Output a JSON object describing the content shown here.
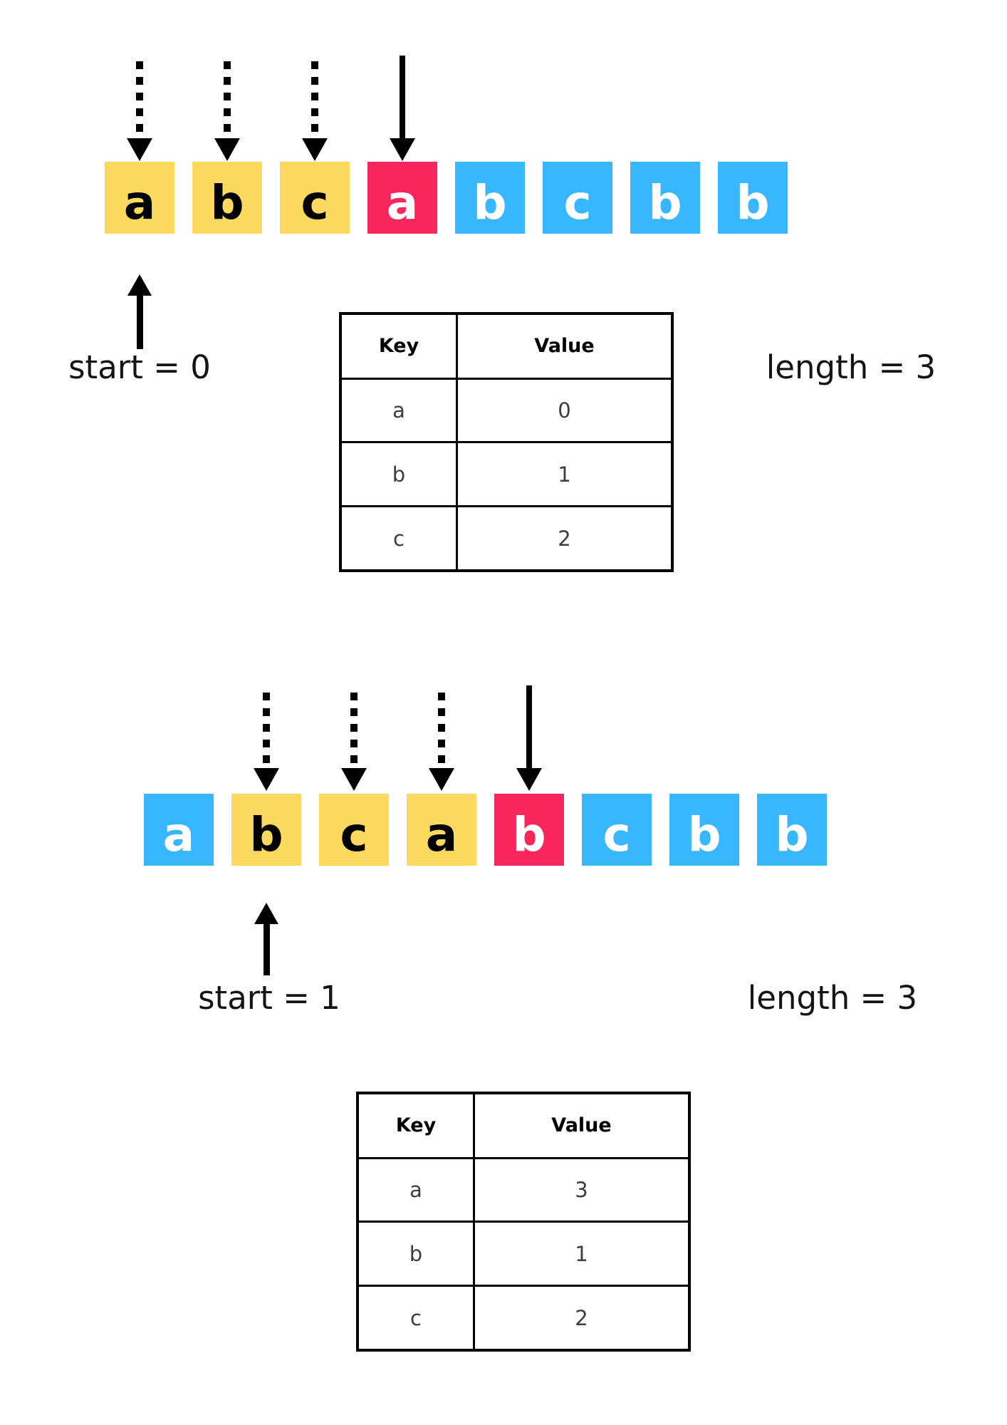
{
  "colors": {
    "cell_yellow": "#FDD95F",
    "cell_pink": "#F7265C",
    "cell_blue": "#38B6FF",
    "arrow_black": "#000000",
    "cell_letter_dark": "#000000",
    "cell_letter_light": "#FFFFFF"
  },
  "sections": [
    {
      "start_label": "start = 0",
      "length_label": "length = 3",
      "cells": [
        {
          "letter": "a",
          "color": "yellow"
        },
        {
          "letter": "b",
          "color": "yellow"
        },
        {
          "letter": "c",
          "color": "yellow"
        },
        {
          "letter": "a",
          "color": "pink"
        },
        {
          "letter": "b",
          "color": "blue"
        },
        {
          "letter": "c",
          "color": "blue"
        },
        {
          "letter": "b",
          "color": "blue"
        },
        {
          "letter": "b",
          "color": "blue"
        }
      ],
      "table": {
        "col_headers": [
          "Key",
          "Value"
        ],
        "rows": [
          {
            "key": "a",
            "value": "0"
          },
          {
            "key": "b",
            "value": "1"
          },
          {
            "key": "c",
            "value": "2"
          }
        ]
      }
    },
    {
      "start_label": "start = 1",
      "length_label": "length = 3",
      "cells": [
        {
          "letter": "a",
          "color": "blue"
        },
        {
          "letter": "b",
          "color": "yellow"
        },
        {
          "letter": "c",
          "color": "yellow"
        },
        {
          "letter": "a",
          "color": "yellow"
        },
        {
          "letter": "b",
          "color": "pink"
        },
        {
          "letter": "c",
          "color": "blue"
        },
        {
          "letter": "b",
          "color": "blue"
        },
        {
          "letter": "b",
          "color": "blue"
        }
      ],
      "table": {
        "col_headers": [
          "Key",
          "Value"
        ],
        "rows": [
          {
            "key": "a",
            "value": "3"
          },
          {
            "key": "b",
            "value": "1"
          },
          {
            "key": "c",
            "value": "2"
          }
        ]
      }
    }
  ]
}
